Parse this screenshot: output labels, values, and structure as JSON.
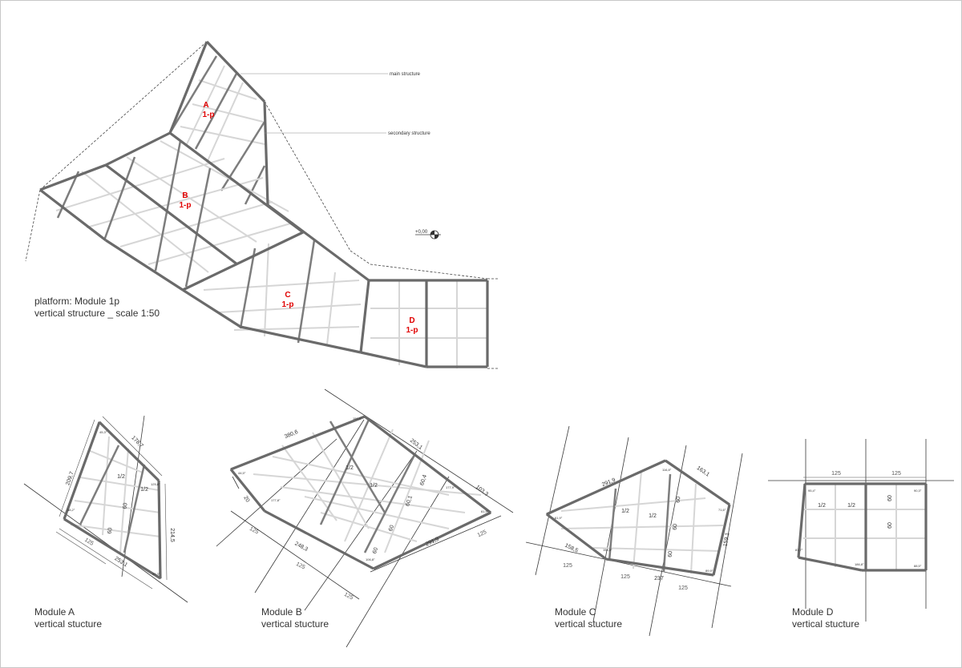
{
  "notes": {
    "main_structure": "main structure",
    "secondary_structure": "secondary structure",
    "level_mark": "+0,00"
  },
  "platform": {
    "title": "platform: Module 1p",
    "subtitle": "vertical structure _ scale 1:50",
    "modules": [
      {
        "letter": "A",
        "code": "1-p"
      },
      {
        "letter": "B",
        "code": "1-p"
      },
      {
        "letter": "C",
        "code": "1-p"
      },
      {
        "letter": "D",
        "code": "1-p"
      }
    ]
  },
  "details": [
    {
      "title": "Module A",
      "subtitle": "vertical stucture",
      "dims": [
        "178,7",
        "209,7",
        "214,5",
        "253,1",
        "125",
        "1/2",
        "1/2",
        "60",
        "60"
      ],
      "angles": [
        "45,3°",
        "125,8°",
        "90,3°",
        "88,2°"
      ]
    },
    {
      "title": "Module B",
      "subtitle": "vertical stucture",
      "dims": [
        "380,6",
        "253,1",
        "103,3",
        "248,3",
        "291,9",
        "20",
        "1/2",
        "1/2",
        "60,4",
        "60,1",
        "60",
        "60",
        "125",
        "125",
        "125",
        "125"
      ],
      "angles": [
        "150,8°",
        "44,5°",
        "177,8°",
        "177,9°",
        "61,9°",
        "106,8°"
      ]
    },
    {
      "title": "Module C",
      "subtitle": "vertical stucture",
      "dims": [
        "291,9",
        "163,1",
        "158,5",
        "159,1",
        "237",
        "1/2",
        "1/2",
        "60",
        "60",
        "60",
        "125",
        "125",
        "125"
      ],
      "angles": [
        "116,8°",
        "61,9°",
        "71,6°",
        "156,8°",
        "89,9°"
      ]
    },
    {
      "title": "Module D",
      "subtitle": "vertical stucture",
      "dims": [
        "125",
        "125",
        "1/2",
        "1/2",
        "60",
        "60"
      ],
      "angles": [
        "95,4°",
        "90,3°",
        "81,7°",
        "186,8°",
        "88,5°"
      ]
    }
  ]
}
